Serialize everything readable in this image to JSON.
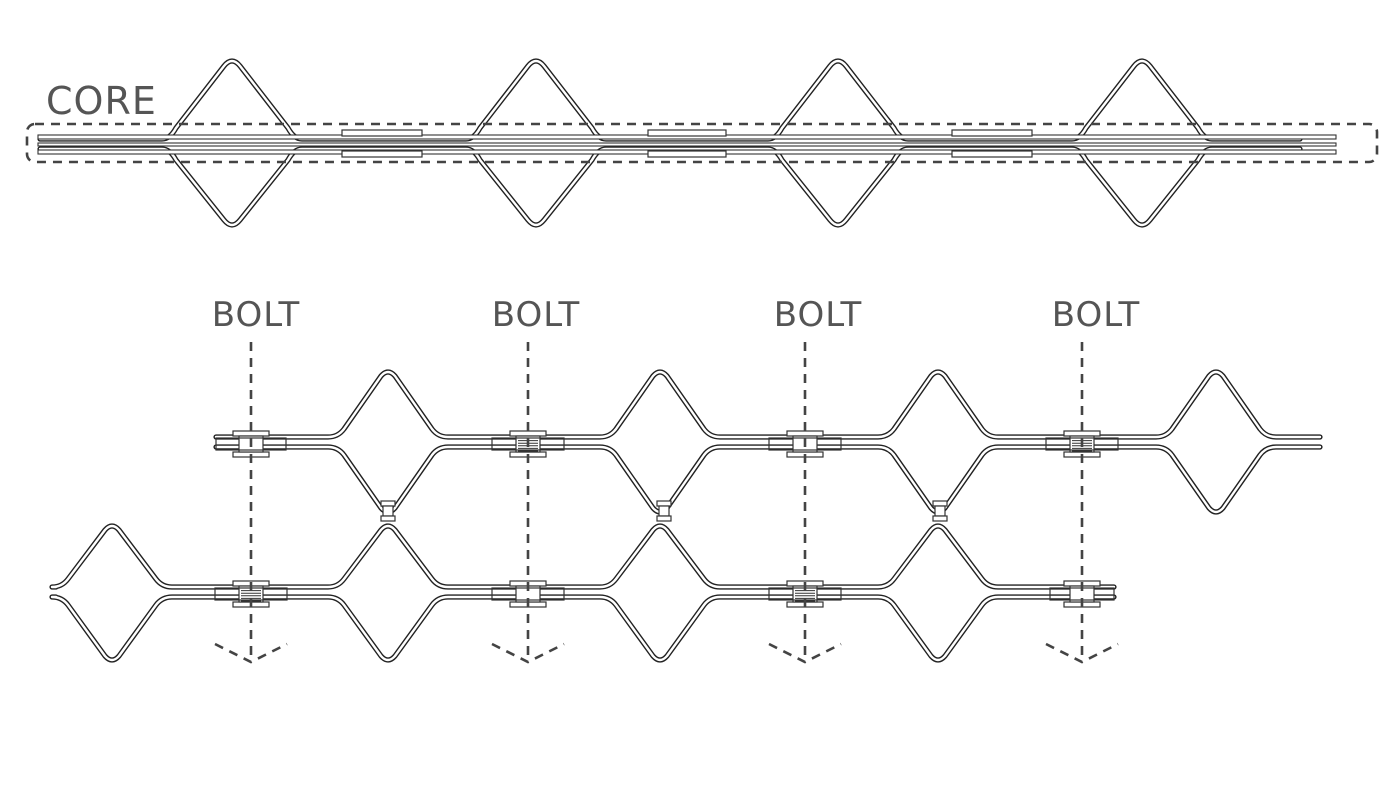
{
  "labels": {
    "core": "CORE",
    "bolts": [
      "BOLT",
      "BOLT",
      "BOLT",
      "BOLT"
    ]
  },
  "colors": {
    "line": "#222222",
    "label": "#555555",
    "dash": "#444444",
    "background": "#ffffff"
  }
}
